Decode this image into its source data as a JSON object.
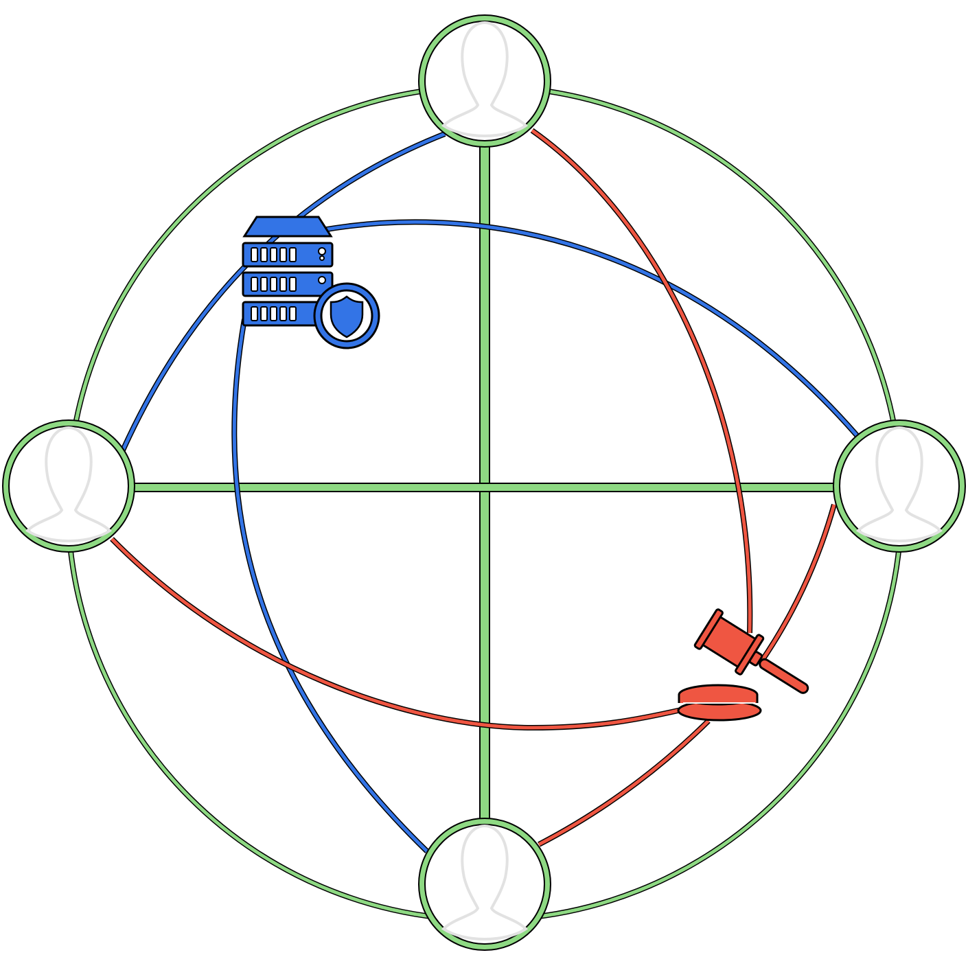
{
  "colors": {
    "ring": "#8ed983",
    "blue": "#3374e6",
    "red": "#ef5642",
    "outline": "#000000",
    "person": "#e2e2e2"
  },
  "nodes": [
    {
      "id": "top",
      "icon": "person-icon"
    },
    {
      "id": "left",
      "icon": "person-icon"
    },
    {
      "id": "right",
      "icon": "person-icon"
    },
    {
      "id": "bottom",
      "icon": "person-icon"
    }
  ],
  "hubs": [
    {
      "id": "server",
      "icon": "secure-server-icon"
    },
    {
      "id": "gavel",
      "icon": "gavel-icon"
    }
  ]
}
